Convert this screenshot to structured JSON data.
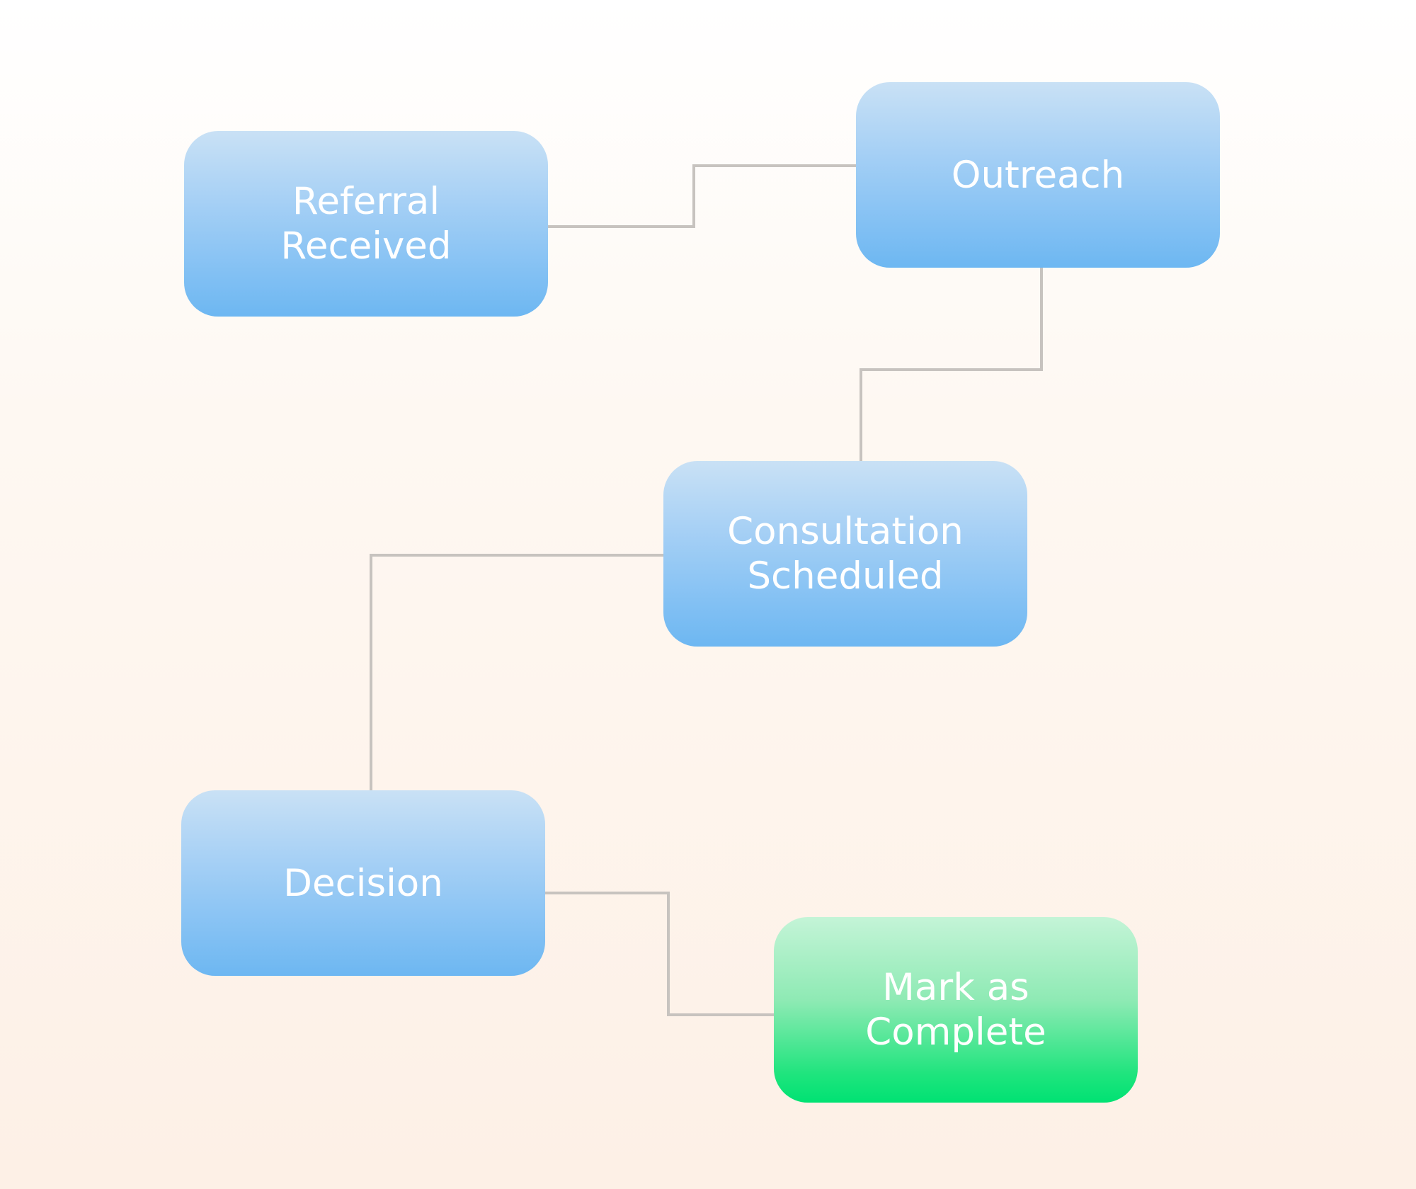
{
  "workflow": {
    "steps": [
      {
        "id": "referral",
        "label": "Referral\nReceived"
      },
      {
        "id": "outreach",
        "label": "Outreach"
      },
      {
        "id": "consultation",
        "label": "Consultation\nScheduled"
      },
      {
        "id": "decision",
        "label": "Decision"
      },
      {
        "id": "complete",
        "label": "Mark as\nComplete"
      }
    ]
  },
  "colors": {
    "step_top": "#c9e1f5",
    "step_bottom": "#6db7f2",
    "complete_top": "#c4f4d7",
    "complete_bottom": "#00e273",
    "connector": "#c7c3bf",
    "node_text": "#ffffff"
  }
}
